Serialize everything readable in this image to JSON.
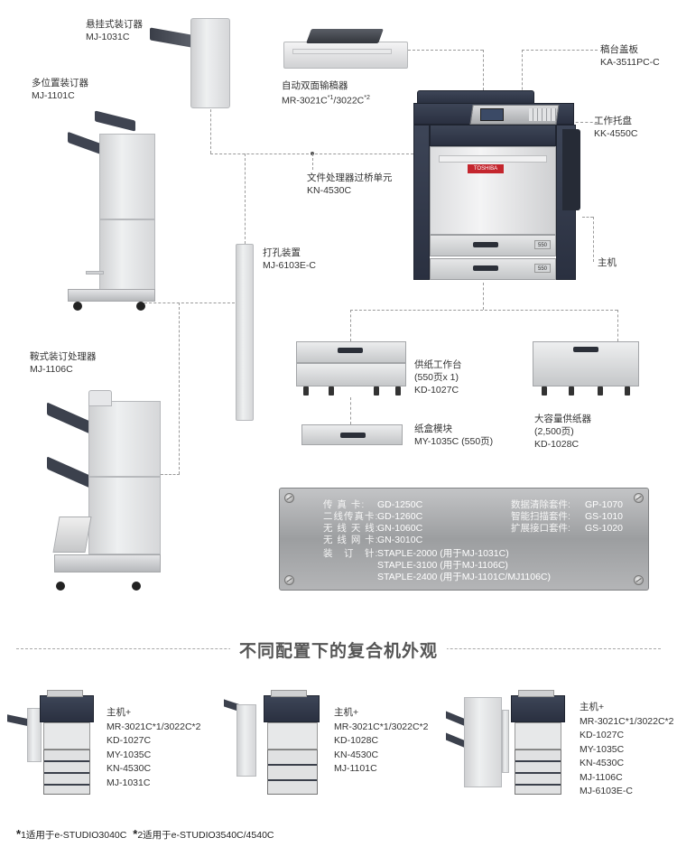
{
  "labels": {
    "mj1031": {
      "name": "悬挂式装订器",
      "model": "MJ-1031C"
    },
    "mj1101": {
      "name": "多位置装订器",
      "model": "MJ-1101C"
    },
    "mr3021": {
      "name": "自动双面输稿器",
      "model": "MR-3021C",
      "sup1": "*1",
      "mid": "/3022C",
      "sup2": "*2"
    },
    "ka3511": {
      "name": "稿台盖板",
      "model": "KA-3511PC-C"
    },
    "kk4550": {
      "name": "工作托盘",
      "model": "KK-4550C"
    },
    "kn4530": {
      "name": "文件处理器过桥单元",
      "model": "KN-4530C"
    },
    "mj6103": {
      "name": "打孔装置",
      "model": "MJ-6103E-C"
    },
    "main": {
      "name": "主机"
    },
    "mj1106": {
      "name": "鞍式装订处理器",
      "model": "MJ-1106C"
    },
    "kd1027": {
      "name": "供纸工作台",
      "spec": "(550页x 1)",
      "model": "KD-1027C"
    },
    "my1035": {
      "name": "纸盒模块",
      "model": "MY-1035C (550页)"
    },
    "kd1028": {
      "name": "大容量供纸器",
      "spec": "(2,500页)",
      "model": "KD-1028C"
    }
  },
  "accessories": {
    "left": [
      {
        "key": "传 真 卡:",
        "value": "GD-1250C"
      },
      {
        "key": "二线传真卡:",
        "value": "GD-1260C"
      },
      {
        "key": "无 线 天 线:",
        "value": "GN-1060C"
      },
      {
        "key": "无 线 网 卡:",
        "value": "GN-3010C"
      },
      {
        "key": "装　订　针:",
        "value": "STAPLE-2000 (用于MJ-1031C)"
      }
    ],
    "staples": [
      "STAPLE-3100 (用于MJ-1106C)",
      "STAPLE-2400 (用于MJ-1101C/MJ1106C)"
    ],
    "right": [
      {
        "key": "数据清除套件:",
        "value": "GP-1070"
      },
      {
        "key": "智能扫描套件:",
        "value": "GS-1010"
      },
      {
        "key": "扩展接口套件:",
        "value": "GS-1020"
      }
    ]
  },
  "section_title": "不同配置下的复合机外观",
  "configs": [
    {
      "lines": [
        "主机+",
        "MR-3021C*1/3022C*2",
        "KD-1027C",
        "MY-1035C",
        "KN-4530C",
        "MJ-1031C"
      ]
    },
    {
      "lines": [
        "主机+",
        "MR-3021C*1/3022C*2",
        "KD-1028C",
        "KN-4530C",
        "MJ-1101C"
      ]
    },
    {
      "lines": [
        "主机+",
        "MR-3021C*1/3022C*2",
        "KD-1027C",
        "MY-1035C",
        "KN-4530C",
        "MJ-1106C",
        "MJ-6103E-C"
      ]
    }
  ],
  "footnote": {
    "star": "*",
    "n1": "1适用于e-STUDIO3040C",
    "n2": "2适用于e-STUDIO3540C/4540C"
  },
  "machine_badges": {
    "main_logo": "TOSHIBA",
    "drawer1": "550",
    "drawer2": "550"
  }
}
